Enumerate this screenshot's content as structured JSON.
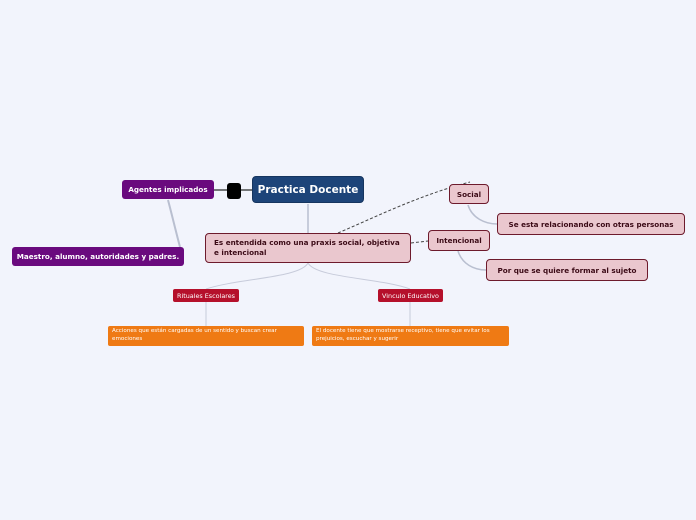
{
  "central": {
    "label": "Practica Docente"
  },
  "agentes": {
    "label": "Agentes implicados",
    "child": "Maestro, alumno, autoridades y padres."
  },
  "definicion": {
    "label": "Es entendida como una praxis social, objetiva e intencional"
  },
  "social": {
    "label": "Social",
    "child": "Se esta relacionando con otras personas"
  },
  "intencional": {
    "label": "Intencional",
    "child": "Por que se quiere formar al sujeto"
  },
  "rituales": {
    "label": "Rituales Escolares",
    "child": "Acciones que están cargadas de un sentido y buscan crear emociones"
  },
  "vinculo": {
    "label": "Vinculo Educativo",
    "child": "El docente tiene que mostrarse receptivo, tiene que evitar los prejuicios, escuchar y sugerir"
  },
  "colors": {
    "background": "#f2f4fc",
    "central": "#1d4479",
    "purple": "#6a0a7e",
    "pink": "#eac7ce",
    "red": "#b5102b",
    "orange": "#ef7a14",
    "line": "#b9bfd0"
  }
}
